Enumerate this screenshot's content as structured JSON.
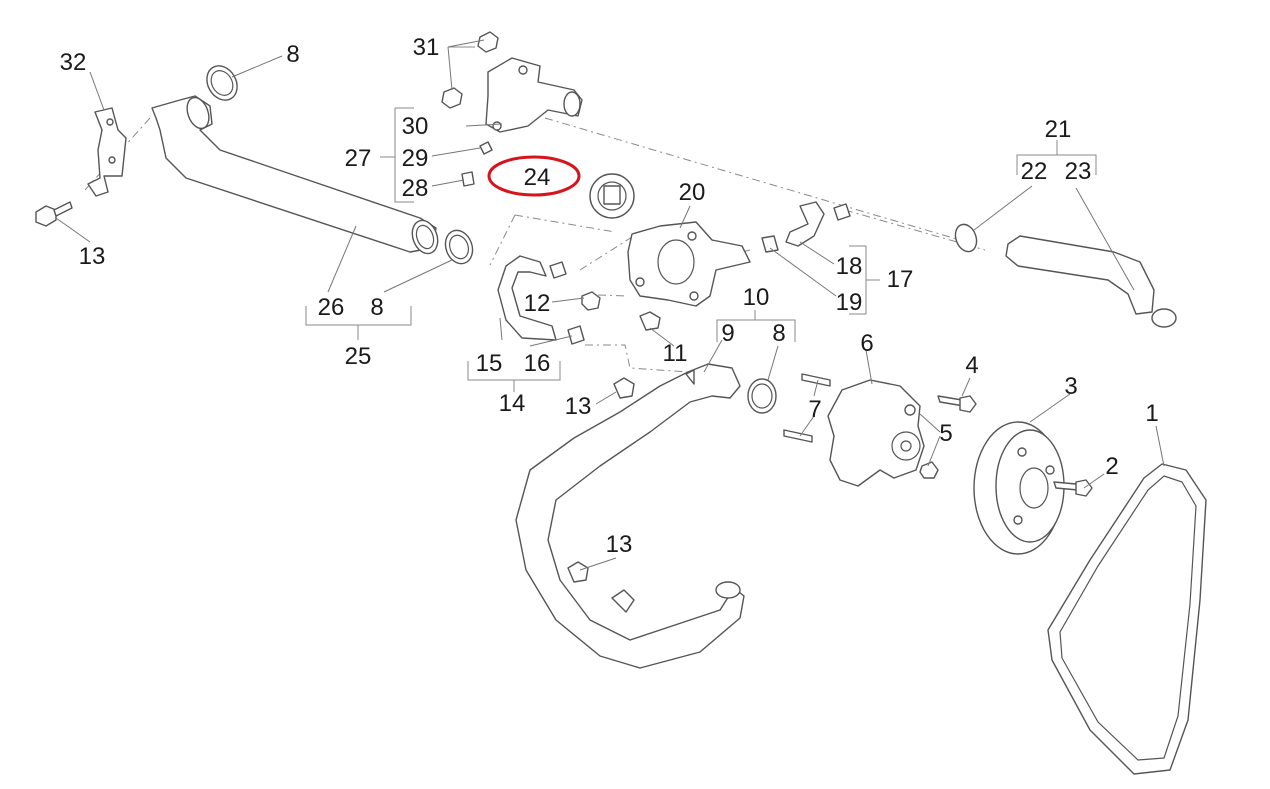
{
  "diagram": {
    "highlight_color": "#d6141c",
    "highlighted_label": "24",
    "labels": {
      "l1": "1",
      "l2": "2",
      "l3": "3",
      "l4": "4",
      "l5": "5",
      "l6": "6",
      "l7": "7",
      "l8a": "8",
      "l8b": "8",
      "l8c": "8",
      "l9": "9",
      "l10": "10",
      "l11": "11",
      "l12": "12",
      "l13a": "13",
      "l13b": "13",
      "l13c": "13",
      "l14": "14",
      "l15": "15",
      "l16": "16",
      "l17": "17",
      "l18": "18",
      "l19": "19",
      "l20": "20",
      "l21": "21",
      "l22": "22",
      "l23": "23",
      "l24": "24",
      "l25": "25",
      "l26": "26",
      "l27": "27",
      "l28": "28",
      "l29": "29",
      "l30": "30",
      "l31": "31",
      "l32": "32"
    }
  }
}
